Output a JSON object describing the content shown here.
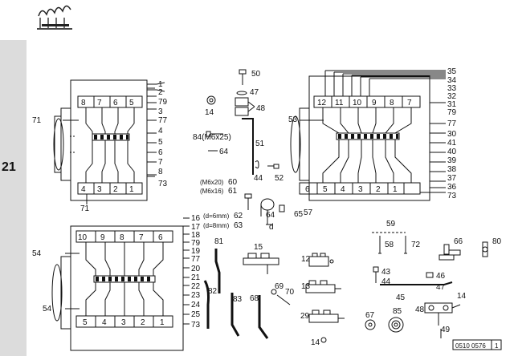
{
  "page": {
    "section_number": "21",
    "drawing_code": "0510 0576",
    "sheet_index": "1"
  },
  "assembly_top_left": {
    "slots_top": [
      "8",
      "7",
      "6",
      "5"
    ],
    "slots_bottom": [
      "4",
      "3",
      "2",
      "1"
    ],
    "callouts_right": [
      "1",
      "2",
      "79",
      "3",
      "77",
      "4",
      "5",
      "6",
      "7",
      "8",
      "73"
    ],
    "callouts_left": [
      "71"
    ],
    "callout_bottom": "71"
  },
  "assembly_top_right": {
    "slots_top": [
      "12",
      "11",
      "10",
      "9",
      "8",
      "7"
    ],
    "slots_bottom": [
      "6",
      "5",
      "4",
      "3",
      "2",
      "1"
    ],
    "callouts_right": [
      "35",
      "34",
      "33",
      "32",
      "31",
      "79",
      "77",
      "30",
      "41",
      "40",
      "39",
      "38",
      "37",
      "36",
      "73"
    ],
    "callout_left": "53",
    "callout_bottom": "57"
  },
  "assembly_bottom_left": {
    "slots_top": [
      "10",
      "9",
      "8",
      "7",
      "6"
    ],
    "slots_bottom": [
      "5",
      "4",
      "3",
      "2",
      "1"
    ],
    "callouts_right": [
      "16",
      "17",
      "18",
      "79",
      "19",
      "77",
      "20",
      "21",
      "22",
      "23",
      "24",
      "25",
      "73"
    ],
    "callouts_left": [
      "54",
      "54"
    ]
  },
  "parts": {
    "p50": "50",
    "p47": "47",
    "p48": "48",
    "p14a": "14",
    "p84": "84(M6x25)",
    "p64a": "64",
    "p51": "51",
    "p44": "44",
    "p52": "52",
    "p60": "60",
    "p60_spec": "(M6x20)",
    "p61": "61",
    "p61_spec": "(M6x16)",
    "p64b": "64",
    "p65": "65",
    "p62": "62",
    "p62_spec": "(d=6mm)",
    "p63": "63",
    "p63_spec": "(d=8mm)",
    "p_d": "d",
    "p81": "81",
    "p15": "15",
    "p12": "12",
    "p59": "59",
    "p58": "58",
    "p72": "72",
    "p66": "66",
    "p80": "80",
    "p43": "43",
    "p44b": "44",
    "p46": "46",
    "p47b": "47",
    "p45": "45",
    "p82": "82",
    "p83": "83",
    "p68": "68",
    "p69": "69",
    "p70": "70",
    "p13": "13",
    "p14b": "14",
    "p48b": "48",
    "p29": "29",
    "p14c": "14",
    "p67": "67",
    "p85": "85",
    "p49": "49"
  }
}
